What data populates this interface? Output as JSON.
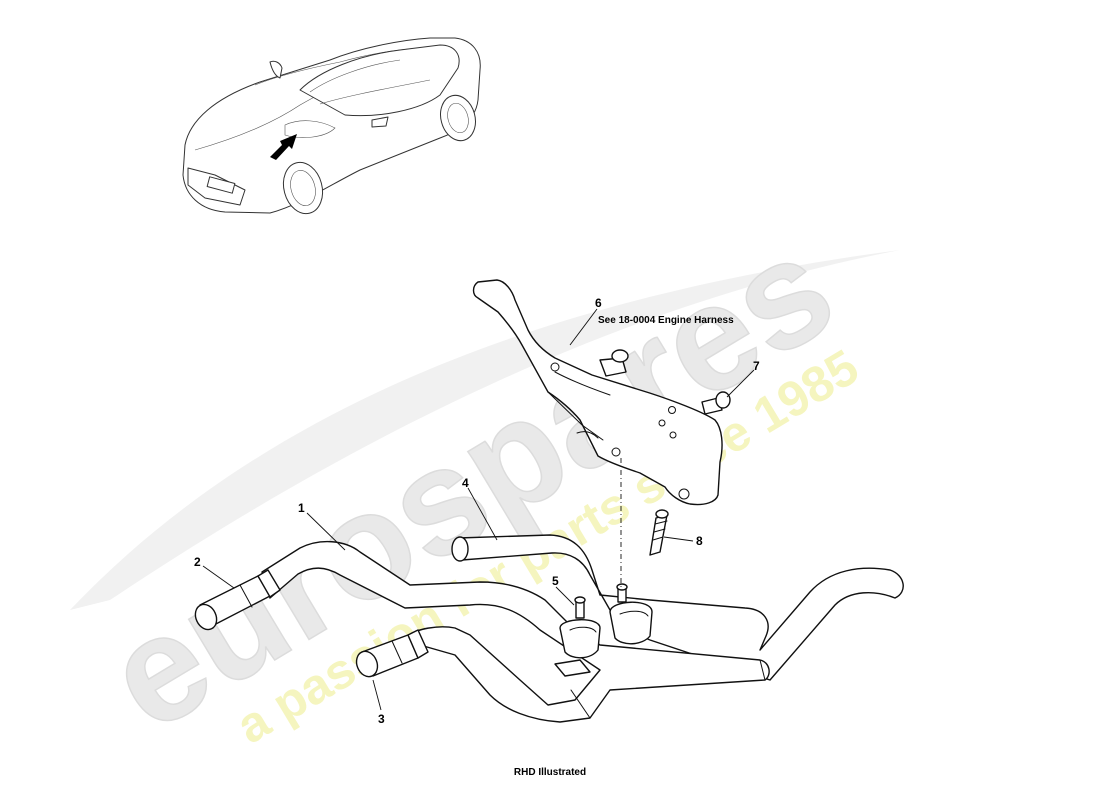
{
  "watermark": {
    "brand": "eurospares",
    "tagline": "a passion for parts since 1985",
    "brand_color": "#e9e9e9",
    "tagline_color": "#f3f3b8"
  },
  "note": "See 18-0004 Engine Harness",
  "caption": "RHD Illustrated",
  "callouts": [
    "1",
    "2",
    "3",
    "4",
    "5",
    "6",
    "7",
    "8"
  ]
}
